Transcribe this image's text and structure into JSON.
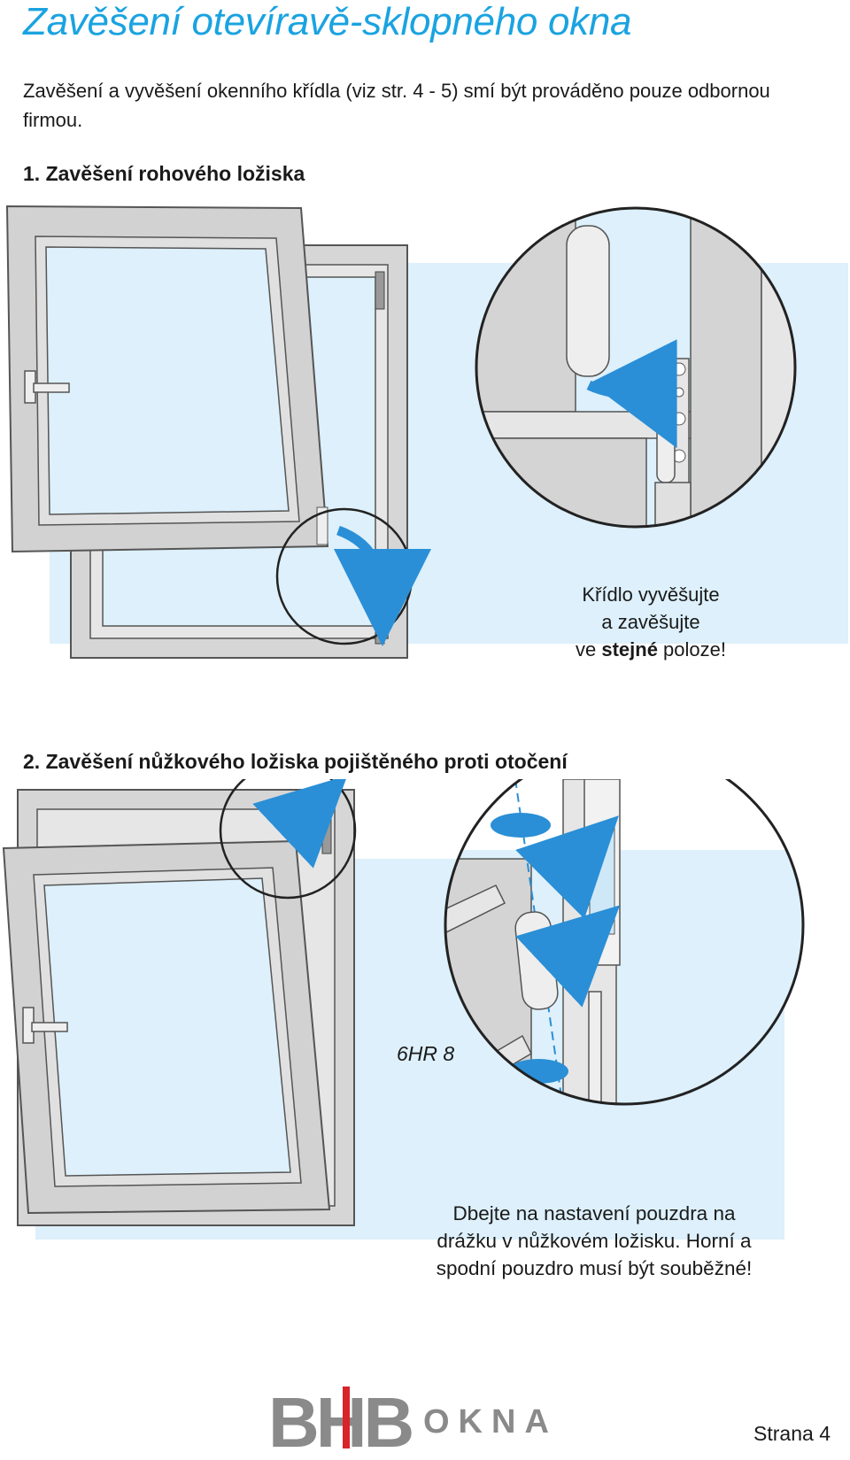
{
  "page": {
    "title": "Zavěšení otevíravě-sklopného okna",
    "intro": "Zavěšení a vyvěšení okenního křídla (viz str. 4 - 5) smí být prováděno pouze odbornou firmou."
  },
  "section1": {
    "heading": "1. Zavěšení rohového ložiska",
    "note_line1": "Křídlo vyvěšujte",
    "note_line2": "a zavěšujte",
    "note_prefix": "ve ",
    "note_bold": "stejné",
    "note_suffix": " poloze!"
  },
  "section2": {
    "heading": "2. Zavěšení nůžkového ložiska pojištěného proti otočení",
    "code_label": "6HR 8",
    "note_line1": "Dbejte na nastavení pouzdra na",
    "note_line2": "drážku v nůžkovém ložisku. Horní a",
    "note_line3": "spodní pouzdro musí být souběžné!"
  },
  "footer": {
    "logo_letters": "BHB",
    "logo_word": "OKNA",
    "page_label": "Strana 4"
  },
  "colors": {
    "accent_blue": "#1aa3e0",
    "arrow_blue": "#2a8fd6",
    "light_blue_panel": "#ddf0fb",
    "frame_grey": "#d4d4d4",
    "logo_grey": "#8a8a8a",
    "logo_red": "#d8232a"
  },
  "icons": {
    "rotate_arrow": "curved-arrow-icon",
    "rotation_indicator": "rotation-arrows-icon"
  }
}
